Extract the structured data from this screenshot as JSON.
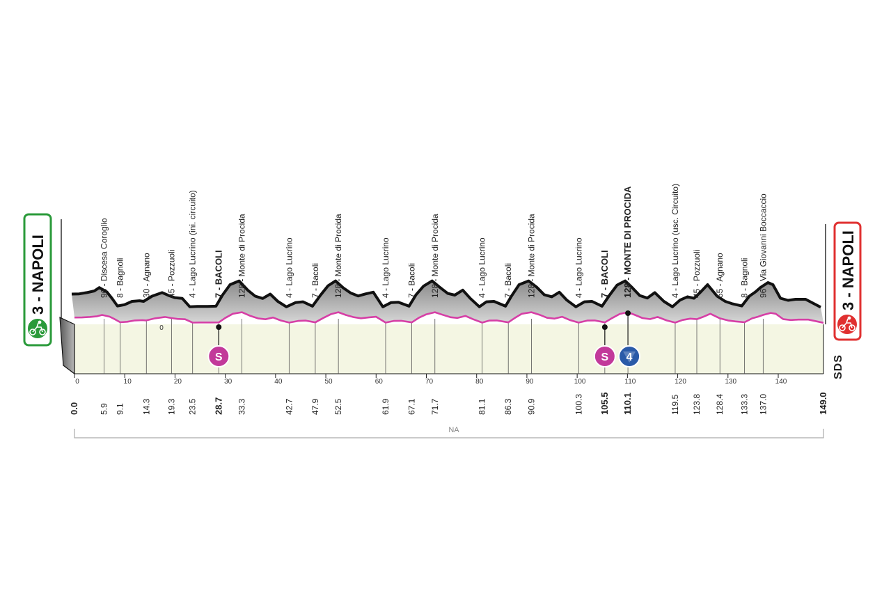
{
  "chart_data": {
    "type": "area",
    "x_unit": "km",
    "xlim": [
      0,
      149
    ],
    "start": {
      "name": "3 - NAPOLI",
      "color": "#2a9a3a"
    },
    "finish": {
      "name": "3 - NAPOLI",
      "color": "#e03030"
    },
    "axis_ticks": [
      "0",
      "10",
      "20",
      "30",
      "40",
      "50",
      "60",
      "70",
      "80",
      "90",
      "100",
      "110",
      "120",
      "130",
      "140"
    ],
    "zero_marker": "0",
    "waypoints": [
      {
        "km": 5.9,
        "dist_label": "5.9",
        "label": "96 - Discesa Coroglio",
        "bold": false
      },
      {
        "km": 9.1,
        "dist_label": "9.1",
        "label": "8 - Bagnoli",
        "bold": false
      },
      {
        "km": 14.3,
        "dist_label": "14.3",
        "label": "30 - Agnano",
        "bold": false
      },
      {
        "km": 19.3,
        "dist_label": "19.3",
        "label": "45 - Pozzuoli",
        "bold": false
      },
      {
        "km": 23.5,
        "dist_label": "23.5",
        "label": "4 - Lago Lucrino (ini. circuito)",
        "bold": false
      },
      {
        "km": 28.7,
        "dist_label": "28.7",
        "label": "7 - BACOLI",
        "bold": true
      },
      {
        "km": 33.3,
        "dist_label": "33.3",
        "label": "128 - Monte di Procida",
        "bold": false
      },
      {
        "km": 42.7,
        "dist_label": "42.7",
        "label": "4 - Lago Lucrino",
        "bold": false
      },
      {
        "km": 47.9,
        "dist_label": "47.9",
        "label": "7 - Bacoli",
        "bold": false
      },
      {
        "km": 52.5,
        "dist_label": "52.5",
        "label": "128 - Monte di Procida",
        "bold": false
      },
      {
        "km": 61.9,
        "dist_label": "61.9",
        "label": "4 - Lago Lucrino",
        "bold": false
      },
      {
        "km": 67.1,
        "dist_label": "67.1",
        "label": "7 - Bacoli",
        "bold": false
      },
      {
        "km": 71.7,
        "dist_label": "71.7",
        "label": "128 - Monte di Procida",
        "bold": false
      },
      {
        "km": 81.1,
        "dist_label": "81.1",
        "label": "4 - Lago Lucrino",
        "bold": false
      },
      {
        "km": 86.3,
        "dist_label": "86.3",
        "label": "7 - Bacoli",
        "bold": false
      },
      {
        "km": 90.9,
        "dist_label": "90.9",
        "label": "128 - Monte di Procida",
        "bold": false
      },
      {
        "km": 100.3,
        "dist_label": "100.3",
        "label": "4 - Lago Lucrino",
        "bold": false
      },
      {
        "km": 105.5,
        "dist_label": "105.5",
        "label": "7 - BACOLI",
        "bold": true
      },
      {
        "km": 110.1,
        "dist_label": "110.1",
        "label": "128 - MONTE DI PROCIDA",
        "bold": true
      },
      {
        "km": 119.5,
        "dist_label": "119.5",
        "label": "4 - Lago Lucrino (usc. Circuito)",
        "bold": false
      },
      {
        "km": 123.8,
        "dist_label": "123.8",
        "label": "45 - Pozzuoli",
        "bold": false
      },
      {
        "km": 128.4,
        "dist_label": "128.4",
        "label": "55 - Agnano",
        "bold": false
      },
      {
        "km": 133.3,
        "dist_label": "133.3",
        "label": "8 - Bagnoli",
        "bold": false
      },
      {
        "km": 137.0,
        "dist_label": "137.0",
        "label": "96 - Via Giovanni Boccaccio",
        "bold": false
      }
    ],
    "start_dist_label": "0.0",
    "finish_dist_label": "149.0",
    "markers": [
      {
        "km": 28.7,
        "type": "sprint",
        "symbol": "S",
        "color": "#c2399a"
      },
      {
        "km": 105.5,
        "type": "sprint",
        "symbol": "S",
        "color": "#c2399a"
      },
      {
        "km": 110.1,
        "type": "climb",
        "symbol": "4",
        "color": "#2a5aa8"
      }
    ],
    "region_label": "NA",
    "brand": "SDS",
    "black_profile": [
      [
        0,
        65
      ],
      [
        1.5,
        66
      ],
      [
        3,
        72
      ],
      [
        4.5,
        80
      ],
      [
        5.5,
        96
      ],
      [
        7,
        75
      ],
      [
        8,
        45
      ],
      [
        9.1,
        8
      ],
      [
        10.5,
        14
      ],
      [
        12,
        30
      ],
      [
        13.5,
        33
      ],
      [
        14.3,
        30
      ],
      [
        16,
        55
      ],
      [
        18,
        72
      ],
      [
        19.3,
        58
      ],
      [
        20.5,
        48
      ],
      [
        22,
        44
      ],
      [
        23.5,
        4
      ],
      [
        25,
        6
      ],
      [
        27,
        6
      ],
      [
        28.7,
        7
      ],
      [
        30,
        60
      ],
      [
        31.5,
        110
      ],
      [
        33.3,
        128
      ],
      [
        35,
        84
      ],
      [
        36.5,
        55
      ],
      [
        38,
        44
      ],
      [
        39.5,
        65
      ],
      [
        41,
        30
      ],
      [
        42.7,
        4
      ],
      [
        44.5,
        24
      ],
      [
        46,
        28
      ],
      [
        47.9,
        7
      ],
      [
        49.5,
        60
      ],
      [
        51,
        105
      ],
      [
        52.5,
        128
      ],
      [
        54,
        95
      ],
      [
        55.5,
        70
      ],
      [
        57,
        56
      ],
      [
        58.5,
        66
      ],
      [
        60,
        74
      ],
      [
        61.9,
        4
      ],
      [
        63.5,
        24
      ],
      [
        65,
        26
      ],
      [
        67.1,
        7
      ],
      [
        68.5,
        62
      ],
      [
        70,
        103
      ],
      [
        71.7,
        128
      ],
      [
        73.2,
        98
      ],
      [
        74.8,
        68
      ],
      [
        76.2,
        60
      ],
      [
        77.8,
        84
      ],
      [
        79.3,
        44
      ],
      [
        81.1,
        4
      ],
      [
        82.5,
        28
      ],
      [
        84,
        30
      ],
      [
        86.3,
        7
      ],
      [
        87.5,
        56
      ],
      [
        89,
        110
      ],
      [
        90.9,
        128
      ],
      [
        92.5,
        98
      ],
      [
        94,
        62
      ],
      [
        95.5,
        52
      ],
      [
        97,
        74
      ],
      [
        98.5,
        36
      ],
      [
        100.3,
        4
      ],
      [
        102,
        28
      ],
      [
        103.5,
        30
      ],
      [
        105.5,
        7
      ],
      [
        107,
        60
      ],
      [
        108.5,
        108
      ],
      [
        110.1,
        128
      ],
      [
        111.5,
        96
      ],
      [
        113,
        58
      ],
      [
        114.5,
        46
      ],
      [
        116,
        72
      ],
      [
        117.8,
        30
      ],
      [
        119.5,
        4
      ],
      [
        121,
        36
      ],
      [
        122.5,
        52
      ],
      [
        123.8,
        45
      ],
      [
        125,
        72
      ],
      [
        126.5,
        110
      ],
      [
        128.4,
        55
      ],
      [
        130,
        30
      ],
      [
        131.5,
        18
      ],
      [
        133.3,
        8
      ],
      [
        134.8,
        55
      ],
      [
        136,
        75
      ],
      [
        137,
        96
      ],
      [
        138.5,
        120
      ],
      [
        139.5,
        110
      ],
      [
        141,
        45
      ],
      [
        142.5,
        35
      ],
      [
        144,
        40
      ],
      [
        146,
        40
      ],
      [
        149,
        2
      ]
    ],
    "ylim": [
      0,
      200
    ]
  }
}
